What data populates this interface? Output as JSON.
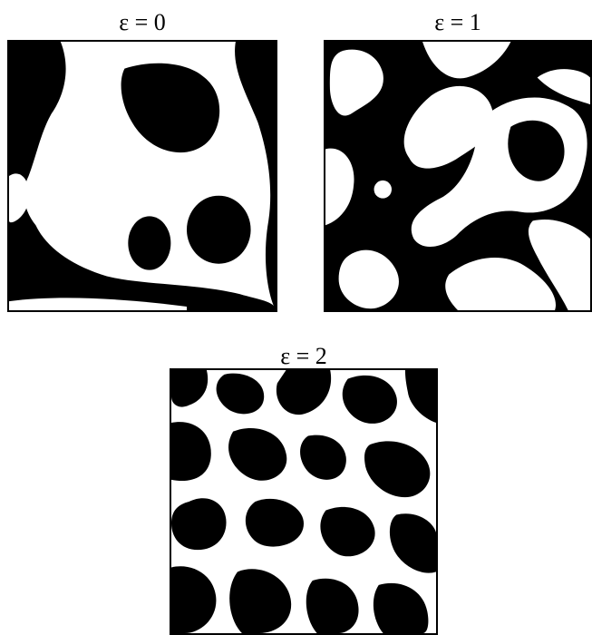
{
  "panels": [
    {
      "caption": "ε = 0"
    },
    {
      "caption": "ε = 1"
    },
    {
      "caption": "ε = 2"
    }
  ],
  "colors": {
    "phase_a": "#000000",
    "phase_b": "#ffffff"
  }
}
